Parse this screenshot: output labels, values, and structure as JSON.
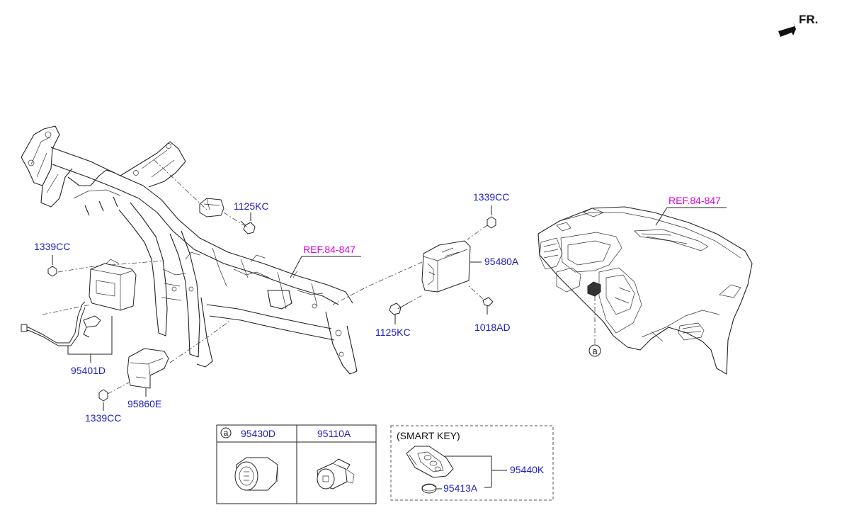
{
  "orientation": {
    "label": "FR.",
    "icon": "front-arrow-icon"
  },
  "parts": {
    "bolt_1125kc_upper": "1125KC",
    "nut_1339cc_top": "1339CC",
    "nut_1339cc_left": "1339CC",
    "nut_1339cc_bottom": "1339CC",
    "ref_mid": "REF.84-847",
    "ref_right": "REF.84-847",
    "module_95480a": "95480A",
    "bolt_1125kc_lower": "1125KC",
    "screw_1018ad": "1018AD",
    "antenna_95401d": "95401D",
    "module_95860e": "95860E",
    "detail_marker": "a"
  },
  "detail_table": {
    "marker": "a",
    "col1": "95430D",
    "col2": "95110A"
  },
  "smart_key": {
    "title": "(SMART KEY)",
    "fob": "95440K",
    "battery": "95413A"
  },
  "colors": {
    "part_number": "#2020c8",
    "reference": "#e000e0",
    "line": "#222222"
  }
}
